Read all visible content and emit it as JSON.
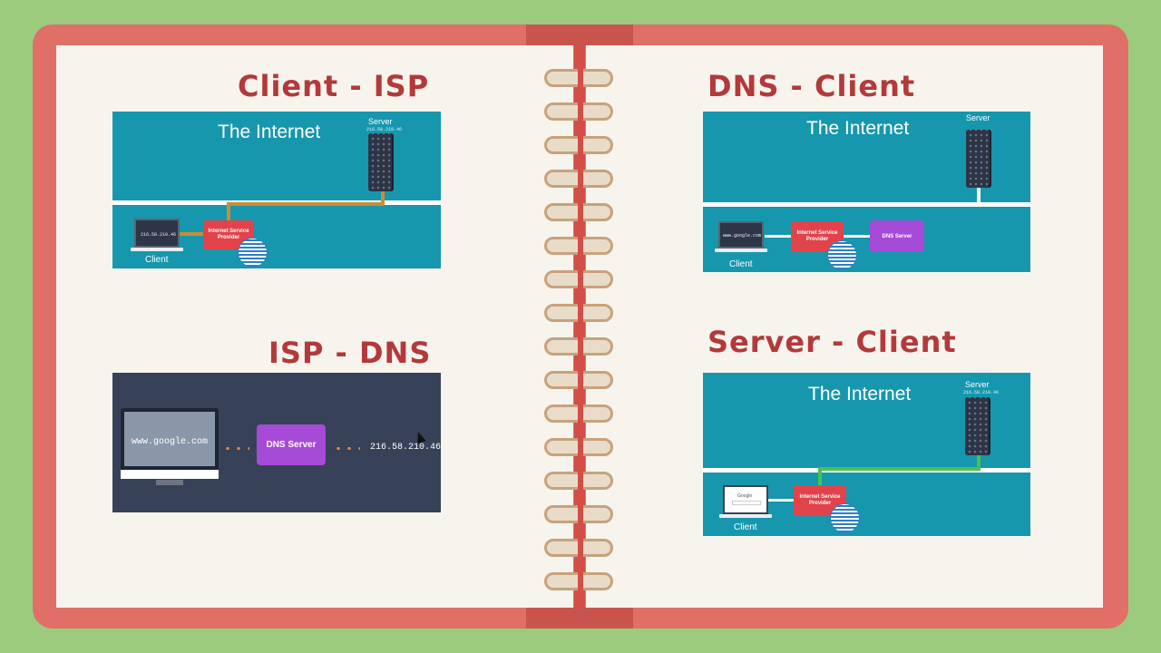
{
  "panels": {
    "client_isp": {
      "title": "Client - ISP",
      "internet": "The Internet",
      "server_label": "Server",
      "server_ip": "216.58.210.46",
      "client_label": "Client",
      "client_screen": "216.58.210.46",
      "isp_label": "Internet Service Provider",
      "link_color": "#c98c33"
    },
    "dns_client": {
      "title": "DNS - Client",
      "internet": "The Internet",
      "server_label": "Server",
      "client_label": "Client",
      "client_screen": "www.google.com",
      "isp_label": "Internet Service Provider",
      "dns_label": "DNS Server"
    },
    "isp_dns": {
      "title": "ISP - DNS",
      "screen_text": "www.google.com",
      "dns_label": "DNS Server",
      "ip_text": "216.58.210.46",
      "dot_color": "#e08a3c"
    },
    "server_client": {
      "title": "Server - Client",
      "internet": "The Internet",
      "server_label": "Server",
      "server_ip": "216.58.210.46",
      "client_label": "Client",
      "client_screen": "Google",
      "isp_label": "Internet Service Provider",
      "link_color": "#49c24c"
    }
  },
  "colors": {
    "background": "#9ccb7d",
    "notebook": "#df6f67",
    "title": "#b3393a",
    "teal": "#1697ad",
    "navy": "#374157",
    "isp_red": "#e2424a",
    "dns_purple": "#a64ad8"
  },
  "icons": [
    "server-icon",
    "laptop-icon",
    "globe-icon",
    "monitor-icon",
    "pointer-icon"
  ]
}
